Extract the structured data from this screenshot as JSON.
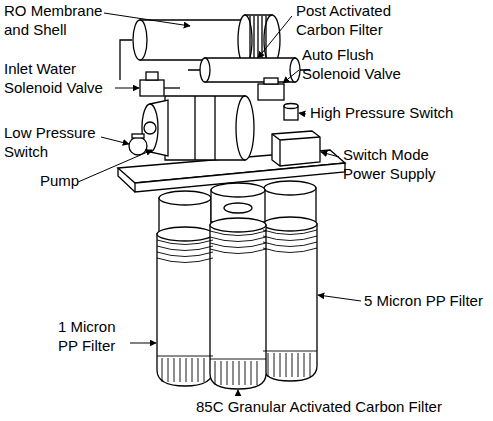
{
  "diagram": {
    "labels": [
      "RO Membrane and Shell",
      "Post Activated Carbon Filter",
      "Inlet Water Solenoid Valve",
      "Auto Flush Solenoid Valve",
      "High Pressure Switch",
      "Low Pressure Switch",
      "Switch Mode Power Supply",
      "Pump",
      "5 Micron PP Filter",
      "1 Micron PP Filter",
      "85C Granular Activated Carbon Filter"
    ]
  }
}
